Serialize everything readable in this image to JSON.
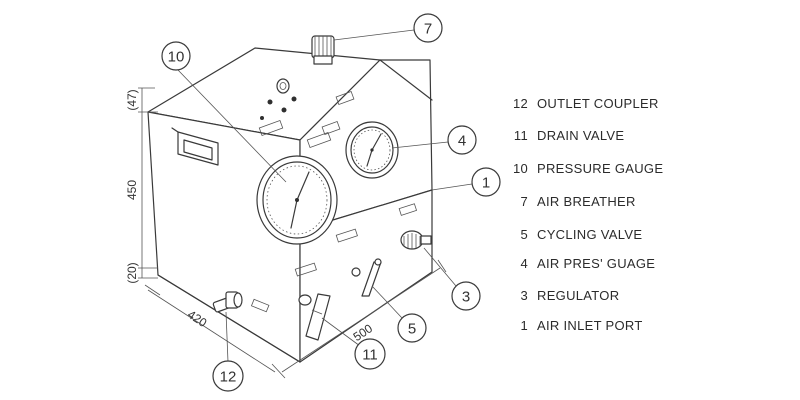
{
  "callouts": [
    "7",
    "10",
    "4",
    "1",
    "3",
    "5",
    "11",
    "12"
  ],
  "dimensions": {
    "top": "(47)",
    "height": "450",
    "bottom": "(20)",
    "depth": "420",
    "width": "500"
  },
  "legend": [
    {
      "num": "12",
      "label": "OUTLET COUPLER"
    },
    {
      "num": "11",
      "label": "DRAIN VALVE"
    },
    {
      "num": "10",
      "label": "PRESSURE GAUGE"
    },
    {
      "num": "7",
      "label": "AIR BREATHER"
    },
    {
      "num": "5",
      "label": "CYCLING VALVE"
    },
    {
      "num": "4",
      "label": "AIR PRES' GUAGE"
    },
    {
      "num": "3",
      "label": "REGULATOR"
    },
    {
      "num": "1",
      "label": "AIR INLET PORT"
    }
  ]
}
